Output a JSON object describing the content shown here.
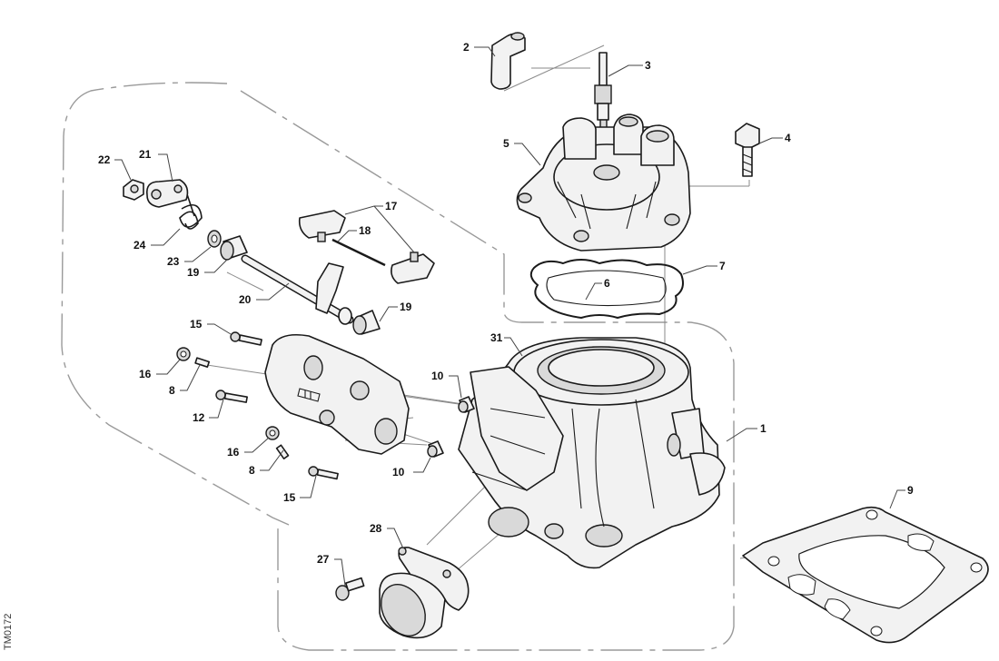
{
  "drawing_code": "TM0172",
  "callouts": [
    {
      "id": "c1",
      "label": "1"
    },
    {
      "id": "c2",
      "label": "2"
    },
    {
      "id": "c3",
      "label": "3"
    },
    {
      "id": "c4",
      "label": "4"
    },
    {
      "id": "c5",
      "label": "5"
    },
    {
      "id": "c6",
      "label": "6"
    },
    {
      "id": "c7",
      "label": "7"
    },
    {
      "id": "c8a",
      "label": "8"
    },
    {
      "id": "c8b",
      "label": "8"
    },
    {
      "id": "c9",
      "label": "9"
    },
    {
      "id": "c10a",
      "label": "10"
    },
    {
      "id": "c10b",
      "label": "10"
    },
    {
      "id": "c12",
      "label": "12"
    },
    {
      "id": "c15a",
      "label": "15"
    },
    {
      "id": "c15b",
      "label": "15"
    },
    {
      "id": "c16a",
      "label": "16"
    },
    {
      "id": "c16b",
      "label": "16"
    },
    {
      "id": "c17",
      "label": "17"
    },
    {
      "id": "c18",
      "label": "18"
    },
    {
      "id": "c19a",
      "label": "19"
    },
    {
      "id": "c19b",
      "label": "19"
    },
    {
      "id": "c20",
      "label": "20"
    },
    {
      "id": "c21",
      "label": "21"
    },
    {
      "id": "c22",
      "label": "22"
    },
    {
      "id": "c23",
      "label": "23"
    },
    {
      "id": "c24",
      "label": "24"
    },
    {
      "id": "c27",
      "label": "27"
    },
    {
      "id": "c28",
      "label": "28"
    },
    {
      "id": "c31",
      "label": "31"
    }
  ]
}
